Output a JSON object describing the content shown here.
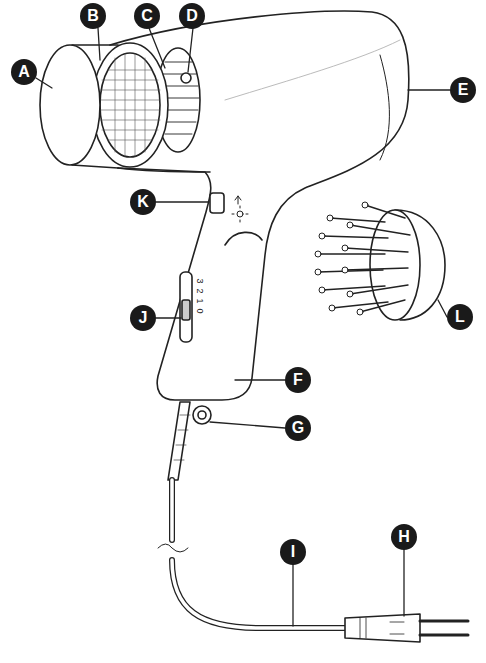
{
  "diagram": {
    "labels": [
      "A",
      "B",
      "C",
      "D",
      "E",
      "K",
      "J",
      "F",
      "G",
      "I",
      "H",
      "L",
      "3",
      "2",
      "1",
      "0"
    ]
  }
}
